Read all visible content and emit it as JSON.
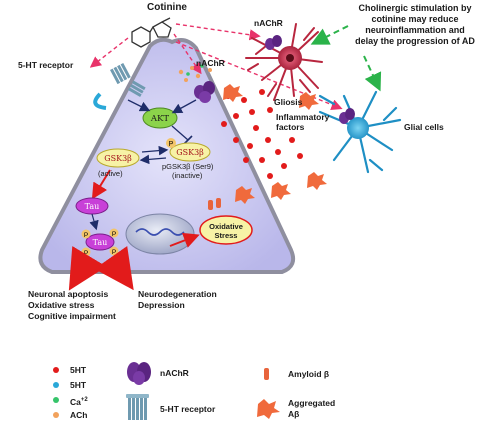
{
  "top": {
    "cotinine": "Cotinine",
    "callout": [
      "Cholinergic stimulation by",
      "cotinine may reduce",
      "neuroinflammation and",
      "delay the progression of AD"
    ]
  },
  "neuron_labels": {
    "receptor_5ht": "5-HT receptor",
    "nachr_top": "nAChR",
    "nachr_right": "nAChR",
    "akt": "AKT",
    "p": "P",
    "gsk_active": "GSK3β",
    "gsk_inactive": "GSK3β",
    "active": "(active)",
    "pgsk": "pGSK3β (Ser9)",
    "inactive": "(inactive)",
    "tau": "Tau",
    "tau_p": "Tau",
    "oxidative_stress": [
      "Oxidative",
      "Stress"
    ]
  },
  "glia": {
    "gliosis": "Gliosis",
    "inflammatory": [
      "Inflammatory",
      "factors"
    ],
    "glial_cells": "Glial cells"
  },
  "outcomes": {
    "left": [
      "Neuronal apoptosis",
      "Oxidative stress",
      "Cognitive impairment"
    ],
    "right": [
      "Neurodegeneration",
      "Depression"
    ]
  },
  "legend": {
    "ht_red": "5HT",
    "ht_blue": "5HT",
    "ca": "Ca",
    "ca_sup": "+2",
    "ach": "ACh",
    "nachr": "nAChR",
    "receptor": "5-HT receptor",
    "amyloid": "Amyloid β",
    "aggregated": [
      "Aggregated",
      "Aβ"
    ]
  },
  "colors": {
    "neuron_fill": "#c9c8f0",
    "akt": "#8bd34a",
    "gsk": "#f7f2a6",
    "tau": "#c840d8",
    "red": "#e21b1b",
    "glia_red": "#b8263e",
    "glia_blue": "#2aa8d8",
    "green_arrow": "#2bb34a"
  }
}
